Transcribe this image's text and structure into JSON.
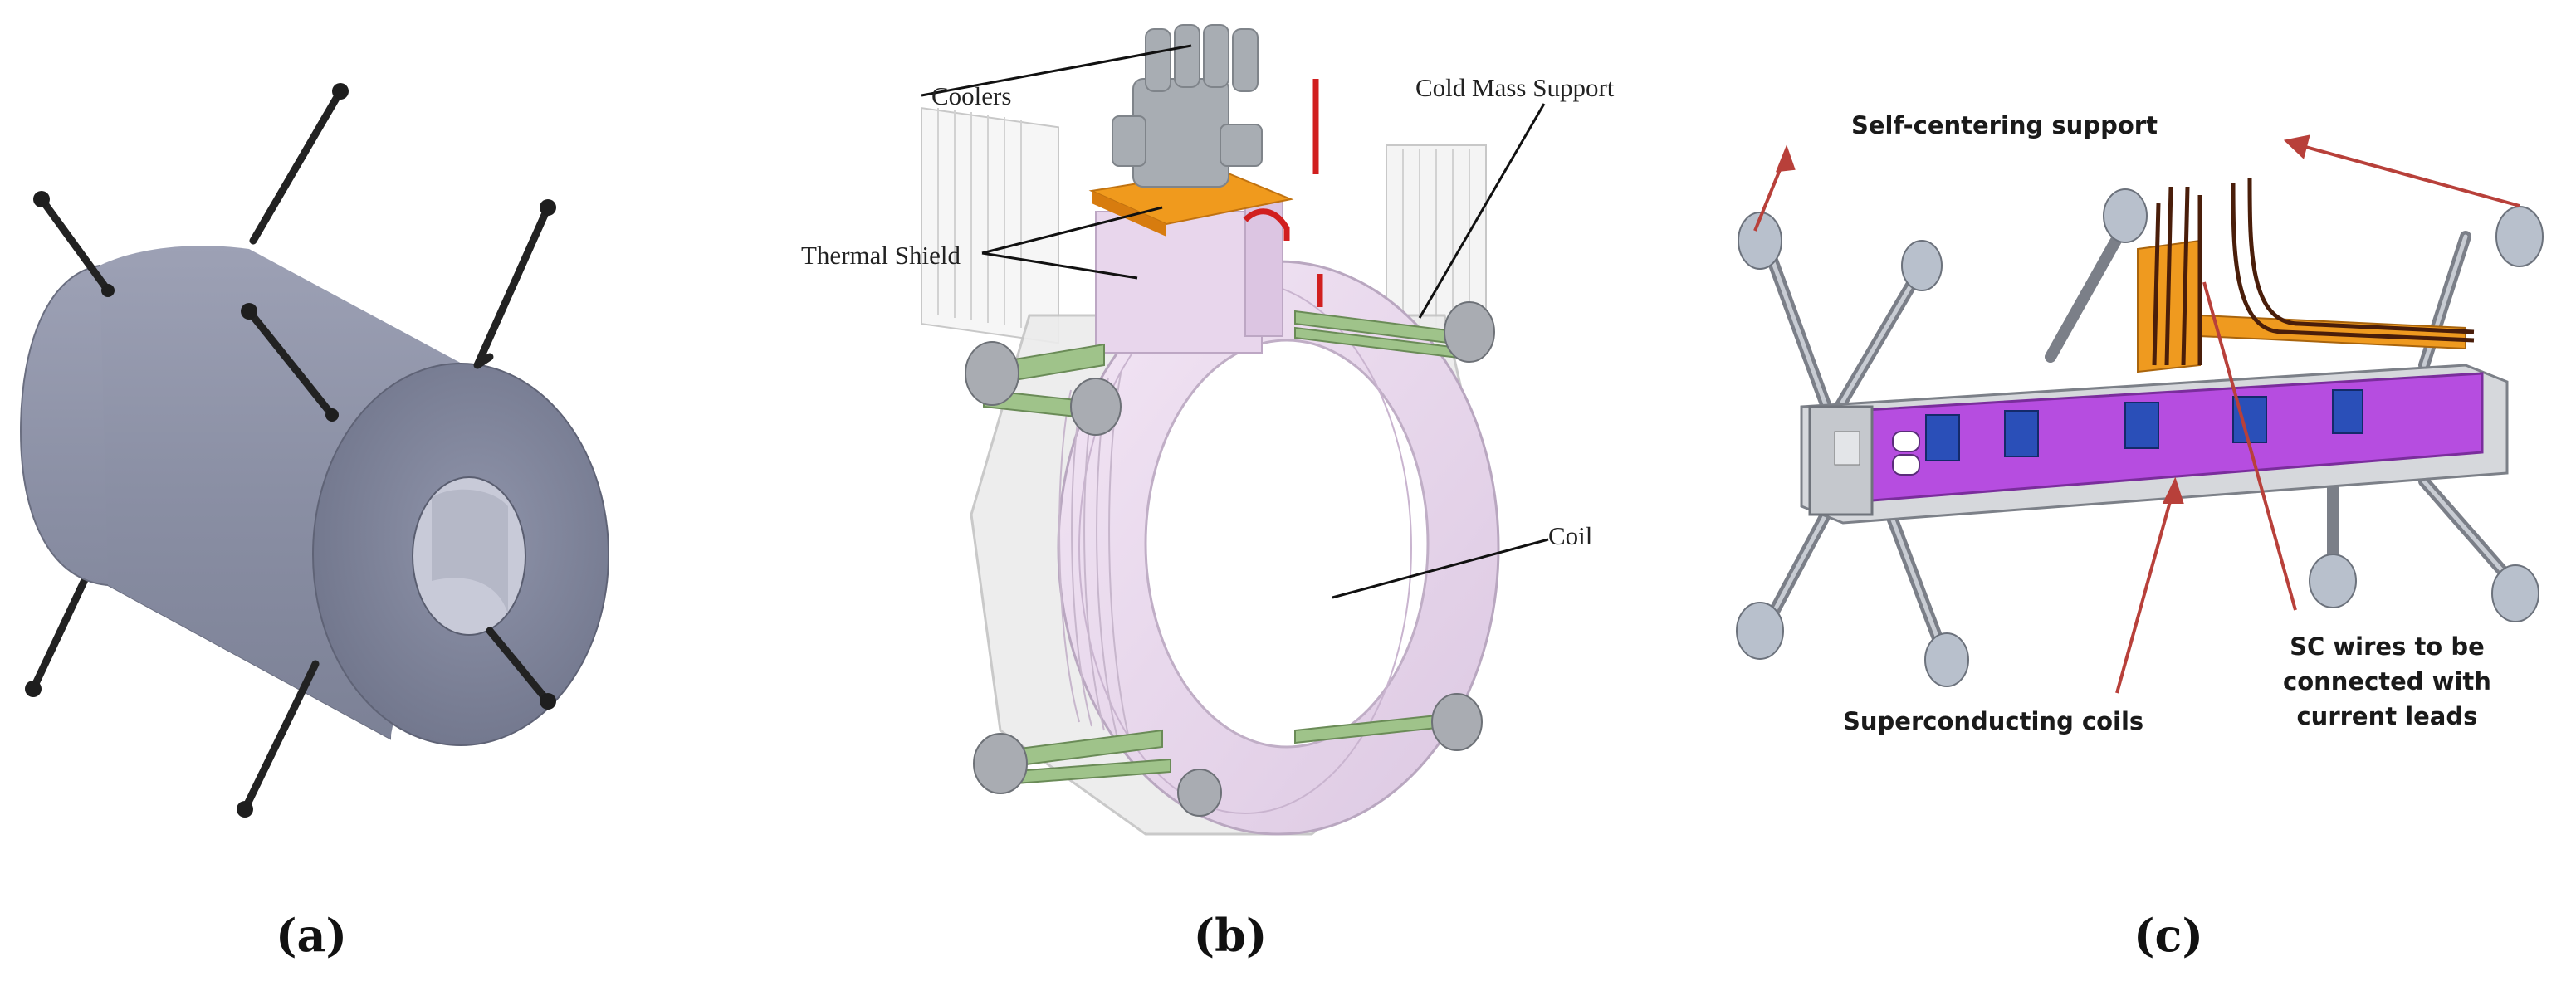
{
  "panels": [
    {
      "caption": "(a)"
    },
    {
      "caption": "(b)",
      "labels": {
        "coolers": "Coolers",
        "cold_mass_support": "Cold Mass Support",
        "thermal_shield": "Thermal Shield",
        "coil": "Coil"
      }
    },
    {
      "caption": "(c)",
      "labels": {
        "self_centering": "Self-centering support",
        "sc_wires_line1": "SC wires to be",
        "sc_wires_line2": "connected with",
        "sc_wires_line3": "current leads",
        "superconducting_coils": "Superconducting coils"
      }
    }
  ],
  "colors": {
    "cylinder_body": "#8e93a8",
    "coil_purple": "#b84de0",
    "copper": "#e08a1e",
    "arrow_red": "#b8403a",
    "shield_pink": "#efe2f2",
    "support_green": "#9fc38a"
  }
}
